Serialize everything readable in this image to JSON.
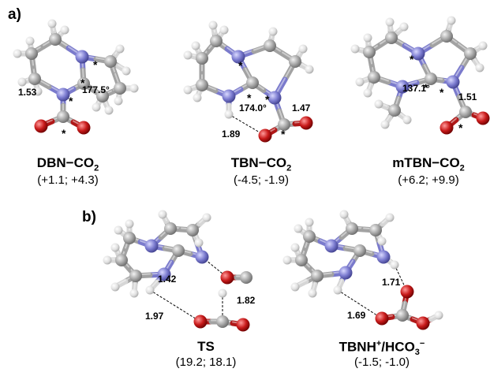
{
  "panels": {
    "a": "a)",
    "b": "b)"
  },
  "molecules": [
    {
      "name_main": "DBN−CO",
      "name_sub": "2",
      "energy": "(+1.1; +4.3)",
      "labels": [
        "1.53",
        "177.5°"
      ]
    },
    {
      "name_main": "TBN−CO",
      "name_sub": "2",
      "energy": "(-4.5; -1.9)",
      "labels": [
        "174.0°",
        "1.47",
        "1.89"
      ]
    },
    {
      "name_main": "mTBN−CO",
      "name_sub": "2",
      "energy": "(+6.2; +9.9)",
      "labels": [
        "137.1°",
        "1.51"
      ]
    },
    {
      "name_main": "TS",
      "energy": "(19.2; 18.1)",
      "labels": [
        "1.42",
        "1.82",
        "1.97"
      ]
    },
    {
      "name_main": "TBNH",
      "name_sup": "+",
      "name_mid": "/HCO",
      "name_sub": "3",
      "name_sup2": "−",
      "energy": "(-1.5; -1.0)",
      "labels": [
        "1.71",
        "1.69"
      ]
    }
  ],
  "asterisk": "*",
  "colors": {
    "carbon": "#a7a7a7",
    "nitrogen": "#8484d6",
    "oxygen": "#c81a1a",
    "hydrogen": "#e3e3e3"
  }
}
